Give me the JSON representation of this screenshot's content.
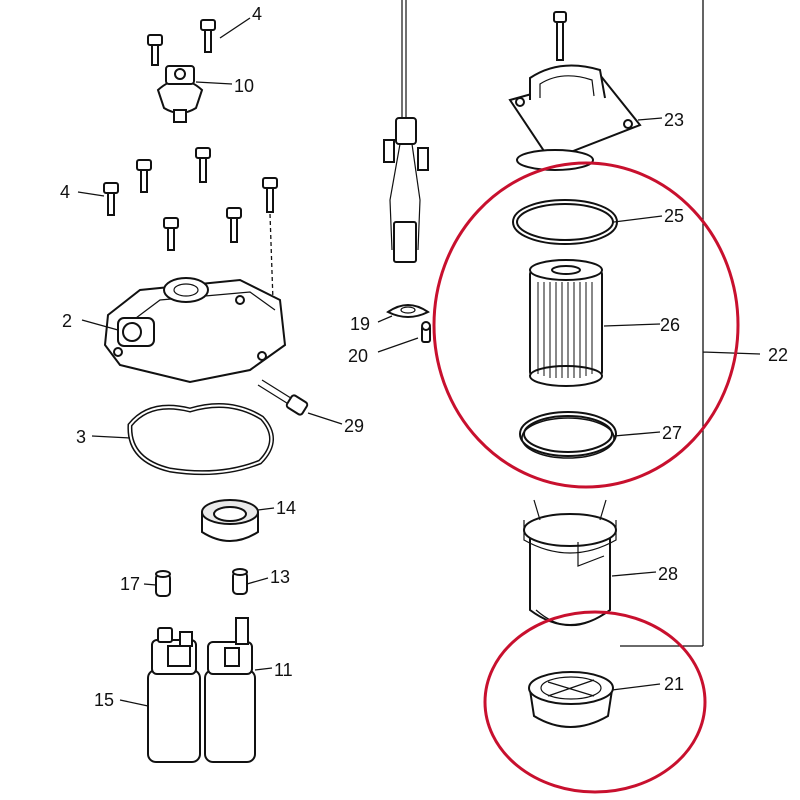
{
  "callouts": [
    {
      "id": "c4a",
      "text": "4"
    },
    {
      "id": "c10",
      "text": "10"
    },
    {
      "id": "c4b",
      "text": "4"
    },
    {
      "id": "c2",
      "text": "2"
    },
    {
      "id": "c3",
      "text": "3"
    },
    {
      "id": "c29",
      "text": "29"
    },
    {
      "id": "c14",
      "text": "14"
    },
    {
      "id": "c17",
      "text": "17"
    },
    {
      "id": "c13",
      "text": "13"
    },
    {
      "id": "c15",
      "text": "15"
    },
    {
      "id": "c11",
      "text": "11"
    },
    {
      "id": "c19",
      "text": "19"
    },
    {
      "id": "c20",
      "text": "20"
    },
    {
      "id": "c23",
      "text": "23"
    },
    {
      "id": "c25",
      "text": "25"
    },
    {
      "id": "c26",
      "text": "26"
    },
    {
      "id": "c27",
      "text": "27"
    },
    {
      "id": "c22",
      "text": "22"
    },
    {
      "id": "c28",
      "text": "28"
    },
    {
      "id": "c21",
      "text": "21"
    }
  ],
  "colors": {
    "highlight_circle": "#c8102e",
    "line": "#111111",
    "background": "#ffffff"
  }
}
